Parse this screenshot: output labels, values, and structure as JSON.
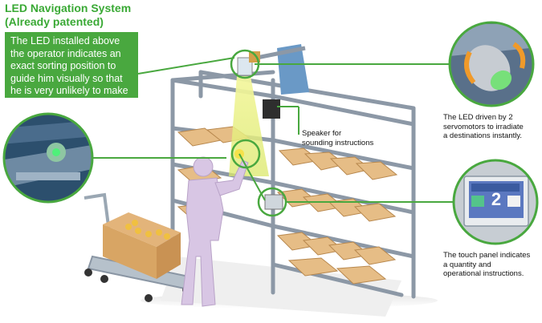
{
  "header": {
    "title_line1": "LED Navigation System",
    "title_line2": "(Already patented)"
  },
  "intro": {
    "text": "The LED installed above the operator indicates an exact sorting position to guide him visually so that he is very unlikely to make any error."
  },
  "callouts": {
    "speaker": [
      "Speaker for",
      "sounding instructions"
    ],
    "led_driver": [
      "The LED driven by 2",
      "servomotors to irradiate",
      "a destinations instantly."
    ],
    "touch_panel": [
      "The touch panel indicates",
      "a quantity and",
      "operational instructions."
    ]
  },
  "panel_screen": {
    "digit": "2"
  },
  "colors": {
    "accent_green": "#49a83f",
    "title_green": "#3aa935",
    "rack_steel": "#8a96a4",
    "shelf_bin": "#e8c08c",
    "operator": "#d9c8e4",
    "led_beam": "#e3ec7a"
  }
}
